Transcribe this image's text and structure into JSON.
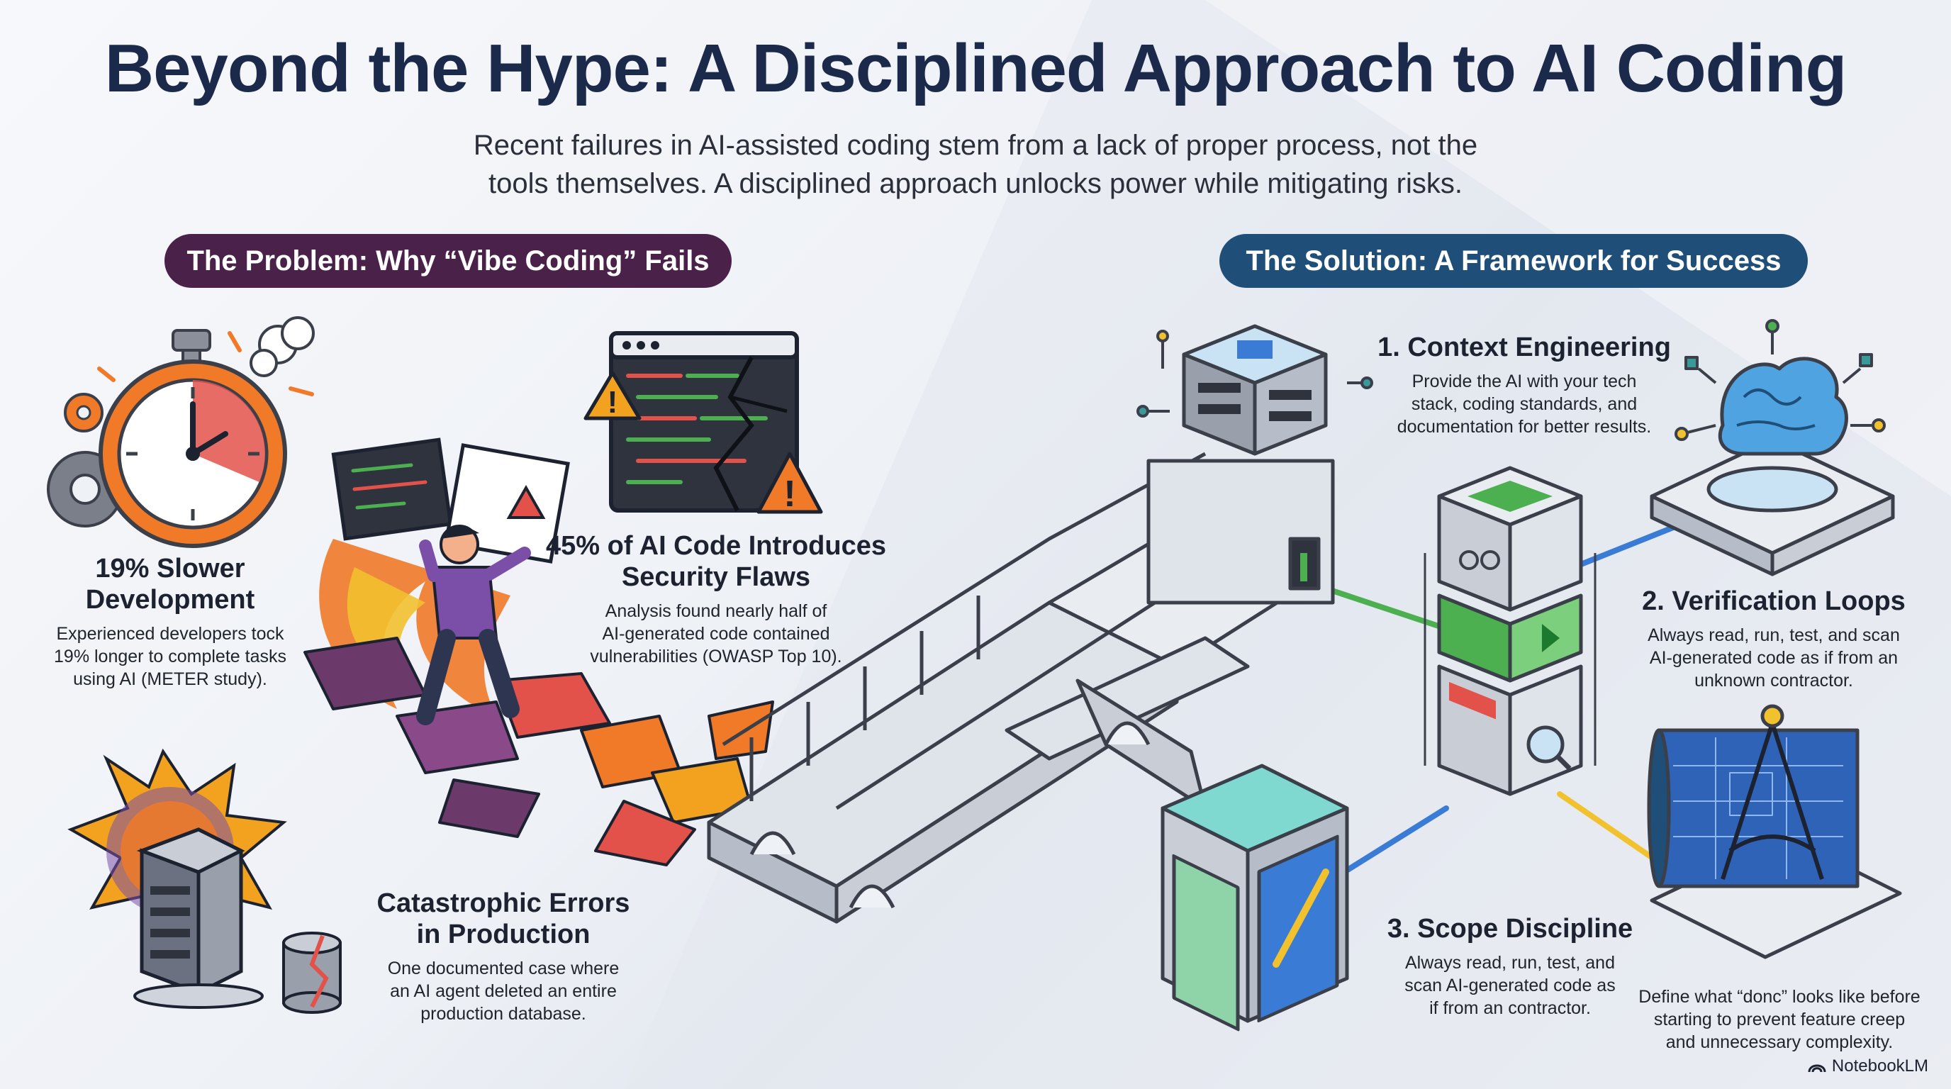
{
  "header": {
    "title": "Beyond the Hype: A Disciplined Approach to AI Coding",
    "subtitle_line1": "Recent failures in AI-assisted coding stem from a lack of proper process, not the",
    "subtitle_line2": "tools themselves. A disciplined approach unlocks power while mitigating risks."
  },
  "problem": {
    "label": "The Problem: Why “Vibe Coding” Fails",
    "items": [
      {
        "title_line1": "19% Slower",
        "title_line2": "Development",
        "text_line1": "Experienced developers tock",
        "text_line2": "19% longer to complete tasks",
        "text_line3": "using AI (METER study).",
        "icon": "stopwatch-icon"
      },
      {
        "title_line1": "45% of AI Code Introduces",
        "title_line2": "Security Flaws",
        "text_line1": "Analysis found nearly half of",
        "text_line2": "AI-generated code contained",
        "text_line3": "vulnerabilities (OWASP Top 10).",
        "icon": "cracked-code-window-icon"
      },
      {
        "title_line1": "Catastrophic Errors",
        "title_line2": "in Production",
        "text_line1": "One documented case where",
        "text_line2": "an AI agent deleted an entire",
        "text_line3": "production database.",
        "icon": "exploding-server-icon"
      }
    ]
  },
  "solution": {
    "label": "The Solution: A Framework for Success",
    "items": [
      {
        "title": "1. Context Engineering",
        "text_line1": "Provide the AI with your tech",
        "text_line2": "stack, coding standards, and",
        "text_line3": "documentation for better results.",
        "icon": "brain-icon"
      },
      {
        "title": "2. Verification Loops",
        "text_line1": "Always read, run, test, and scan",
        "text_line2": "AI-generated code as if from an",
        "text_line3": "unknown contractor.",
        "icon": "verification-stack-icon"
      },
      {
        "title": "3. Scope Discipline",
        "text_line1": "Always read, run, test, and",
        "text_line2": "scan AI-generated code as",
        "text_line3": "if from an contractor.",
        "icon": "scope-cube-icon"
      },
      {
        "text_line1": "Define what “donc” looks like before",
        "text_line2": "starting to prevent feature creep",
        "text_line3": "and unnecessary complexity.",
        "icon": "blueprint-compass-icon"
      }
    ]
  },
  "footer": {
    "brand": "NotebookLM"
  },
  "colors": {
    "title": "#1b2a4a",
    "problem_pill": "#4a2148",
    "solution_pill": "#1f4e79",
    "accent_orange": "#f07a28",
    "accent_green": "#4caf50",
    "accent_blue": "#3a7bd5",
    "accent_yellow": "#f2c12e"
  }
}
